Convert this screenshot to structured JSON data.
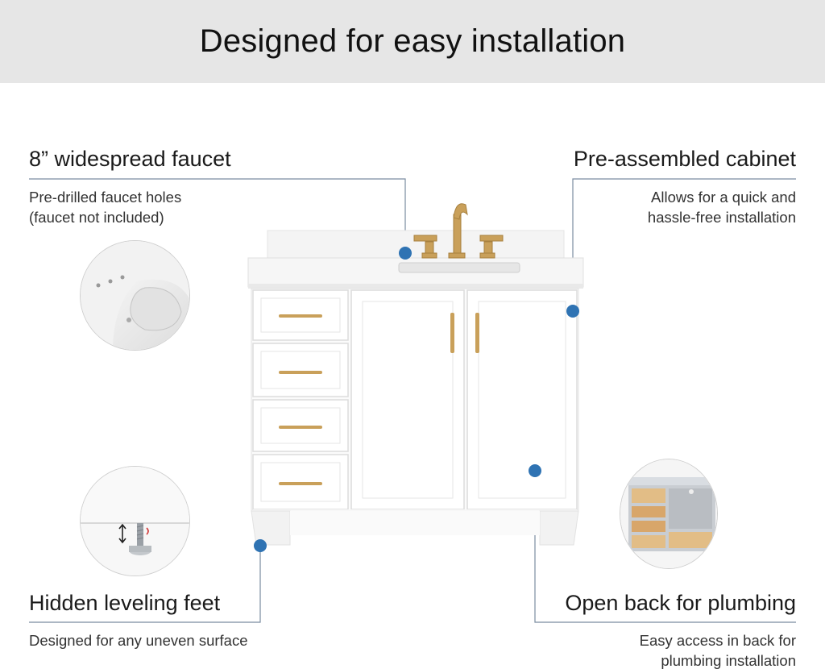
{
  "banner": {
    "title": "Designed for easy installation"
  },
  "features": {
    "faucet": {
      "title": "8” widespread faucet",
      "desc_lines": [
        "Pre-drilled faucet holes",
        "(faucet not included)"
      ]
    },
    "cabinet": {
      "title": "Pre-assembled cabinet",
      "desc_lines": [
        "Allows for  a quick and",
        "hassle-free installation"
      ]
    },
    "feet": {
      "title": "Hidden leveling feet",
      "desc_lines": [
        "Designed for any uneven surface"
      ]
    },
    "plumbing": {
      "title": "Open back for plumbing",
      "desc_lines": [
        "Easy access in back for",
        "plumbing installation"
      ]
    }
  },
  "colors": {
    "accent_dot": "#2f73b3",
    "banner_bg": "#e6e6e6",
    "hardware_gold": "#c9a05a",
    "line": "#7a8ca0"
  }
}
